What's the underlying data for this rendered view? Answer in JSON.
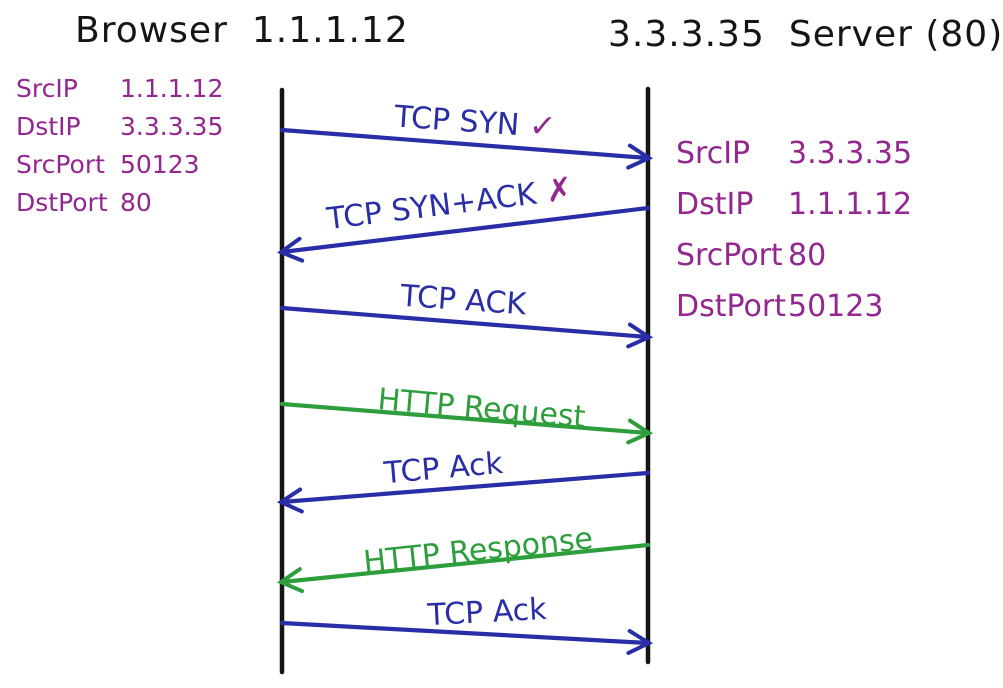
{
  "diagram": {
    "type": "network-sequence-diagram",
    "actors": {
      "left": {
        "name": "Browser",
        "ip": "1.1.1.12"
      },
      "right": {
        "ip": "3.3.3.35",
        "name": "Server (80)"
      }
    },
    "left_packet_fields": [
      {
        "key": "SrcIP",
        "value": "1.1.1.12"
      },
      {
        "key": "DstIP",
        "value": "3.3.3.35"
      },
      {
        "key": "SrcPort",
        "value": "50123"
      },
      {
        "key": "DstPort",
        "value": "80"
      }
    ],
    "right_packet_fields": [
      {
        "key": "SrcIP",
        "value": "3.3.3.35"
      },
      {
        "key": "DstIP",
        "value": "1.1.1.12"
      },
      {
        "key": "SrcPort",
        "value": "80"
      },
      {
        "key": "DstPort",
        "value": "50123"
      }
    ],
    "messages": [
      {
        "label": "TCP SYN",
        "mark": "✓",
        "from": "browser",
        "to": "server",
        "color_key": "blue"
      },
      {
        "label": "TCP SYN+ACK",
        "mark": "✗",
        "from": "server",
        "to": "browser",
        "color_key": "blue"
      },
      {
        "label": "TCP ACK",
        "mark": "",
        "from": "browser",
        "to": "server",
        "color_key": "blue"
      },
      {
        "label": "HTTP Request",
        "mark": "",
        "from": "browser",
        "to": "server",
        "color_key": "green"
      },
      {
        "label": "TCP Ack",
        "mark": "",
        "from": "server",
        "to": "browser",
        "color_key": "blue"
      },
      {
        "label": "HTTP Response",
        "mark": "",
        "from": "server",
        "to": "browser",
        "color_key": "green"
      },
      {
        "label": "TCP Ack",
        "mark": "",
        "from": "browser",
        "to": "server",
        "color_key": "blue"
      }
    ],
    "colors": {
      "blue": "#2a2ea6",
      "green": "#2e9e3c",
      "purple": "#93278f",
      "ink": "#151515"
    }
  }
}
